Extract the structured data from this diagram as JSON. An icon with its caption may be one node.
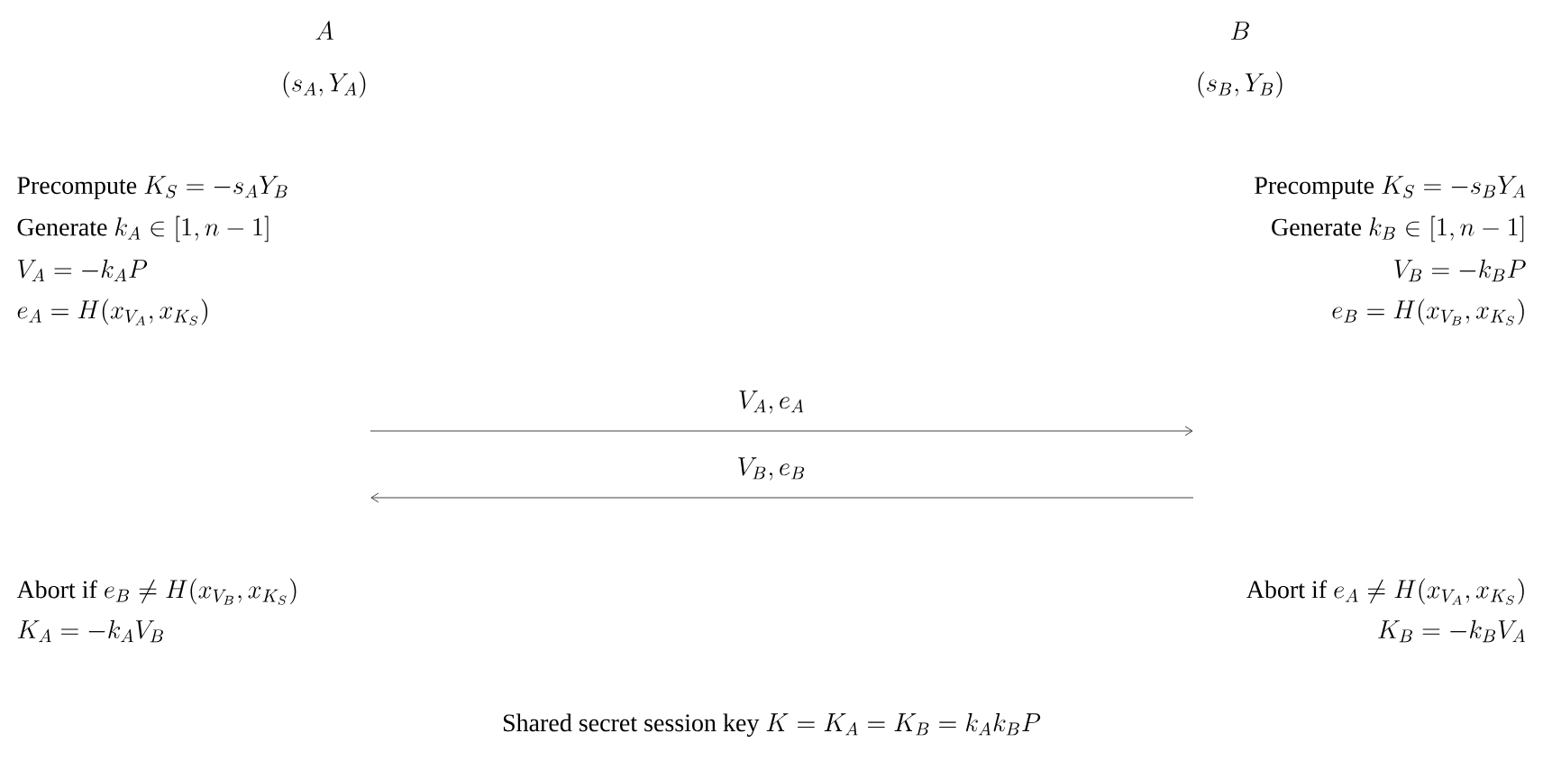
{
  "diagram": {
    "nodes": [
      {
        "text": [
          "A",
          "(s_A, Y_A)",
          "\\text{Precompute } K_S = -s_A Y_B",
          "\\text{Generate } k_A \\in [1, n-1]",
          "V_A = -k_A P",
          "e_A = H(x_{V_A}, x_{K_S})",
          "\\text{Abort if } e_B \\neq H(x_{V_B}, x_{K_S})",
          "K_A = -k_A V_B"
        ]
      },
      {
        "text": [
          "B",
          "(s_B, Y_B)",
          "\\text{Precompute } K_S = -s_B Y_A",
          "\\text{Generate } k_B \\in [1, n-1]",
          "V_B = -k_B P",
          "e_B = H(x_{V_B}, x_{K_S})",
          "\\text{Abort if } e_A \\neq H(x_{V_A}, x_{K_S})",
          "K_B = -k_B V_A"
        ]
      }
    ],
    "edges": [
      {
        "from": 0,
        "to": 1,
        "arrow": "to",
        "label": "V_A, e_A"
      },
      {
        "from": 1,
        "to": 0,
        "arrow": "to",
        "label": "V_B, e_B"
      }
    ],
    "labels": [
      "\\text{Shared secret session key } K = K_A = K_B = k_A k_B P"
    ]
  }
}
